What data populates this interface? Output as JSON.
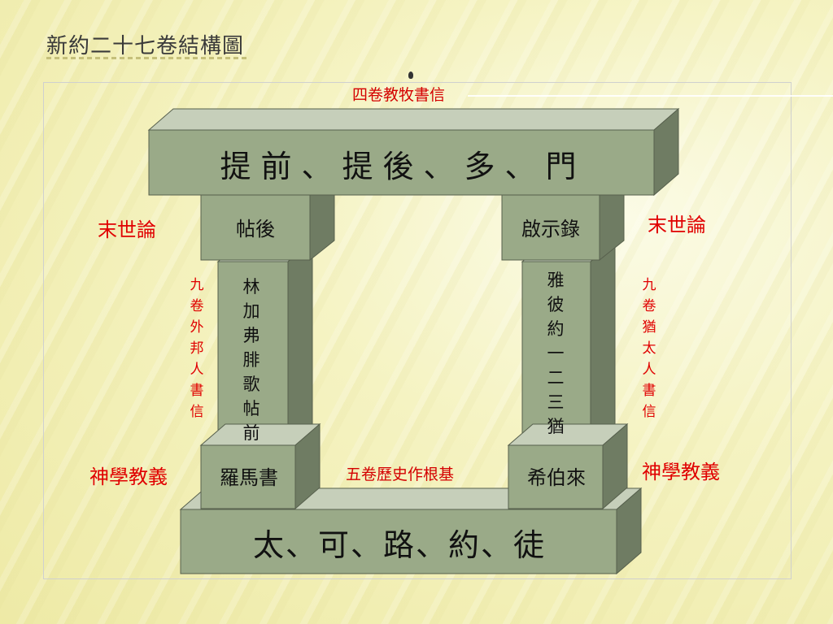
{
  "title": "新約二十七卷結構圖",
  "labels": {
    "top": "四卷教牧書信",
    "left_end": "末世論",
    "right_end": "末世論",
    "left_vertical": "九卷外邦人書信",
    "right_vertical": "九卷猶太人書信",
    "left_theology": "神學教義",
    "right_theology": "神學教義",
    "history": "五卷歷史作根基"
  },
  "structure": {
    "lintel": "提前、提後、多、門",
    "base": "太、可、路、約、徒",
    "left_capital": "帖後",
    "right_capital": "啟示錄",
    "left_column": "林加弗腓歌帖前",
    "right_column": "雅彼約一二三猶",
    "left_pedestal": "羅馬書",
    "right_pedestal": "希伯來"
  },
  "colors": {
    "front": "#9aaa88",
    "top": "#c6cfba",
    "side": "#6f7c63",
    "edge": "#57604d",
    "label_red": "#e00000"
  }
}
